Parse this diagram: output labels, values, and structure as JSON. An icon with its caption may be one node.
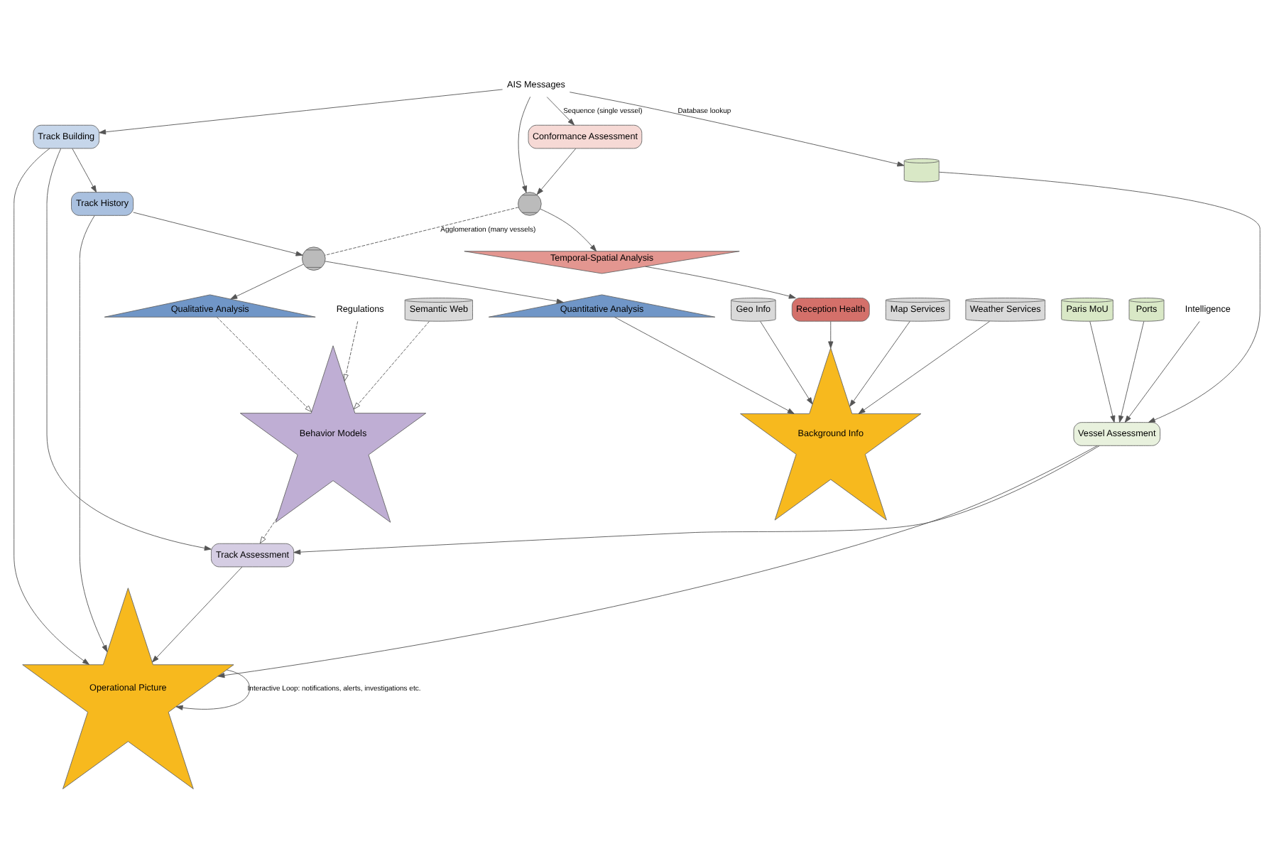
{
  "diagram": {
    "nodes": [
      {
        "text": [
          "AIS Messages"
        ]
      },
      {
        "text": [],
        "shape": "cylinder"
      },
      {
        "text": [
          "Paris MoU"
        ]
      },
      {
        "text": [
          "Ports"
        ]
      },
      {
        "text": [
          "Conformance Assessment"
        ]
      },
      {
        "text": [
          "Track Building"
        ]
      },
      {
        "text": [
          "Track Assessment"
        ]
      },
      {
        "text": [
          "Vessel Assessment"
        ]
      },
      {
        "text": [
          "Intelligence"
        ]
      },
      {
        "text": [],
        "shape": "cross"
      },
      {
        "text": [
          "Track History"
        ]
      },
      {
        "text": [
          "Operational Picture"
        ]
      },
      {
        "text": [],
        "shape": "cross"
      },
      {
        "text": [
          "Temporal-Spatial Analysis"
        ]
      },
      {
        "text": [
          "Qualitative Analysis"
        ]
      },
      {
        "text": [
          "Background Info"
        ]
      },
      {
        "text": [
          "Reception Health"
        ]
      },
      {
        "text": [
          "Quantitative Analysis"
        ]
      },
      {
        "text": [
          "Behavior Models"
        ]
      },
      {
        "text": [
          "Regulations"
        ]
      },
      {
        "text": [
          "Map Services"
        ]
      },
      {
        "text": [
          "Weather Services"
        ]
      },
      {
        "text": [
          "Geo Info"
        ]
      },
      {
        "text": [
          "Semantic Web"
        ]
      }
    ],
    "edges": [
      {
        "from": 0,
        "to": 1,
        "arrow": "to",
        "label": "Database lookup"
      },
      {
        "from": 0,
        "to": 4,
        "arrow": "to",
        "label": "Sequence (single vessel)"
      },
      {
        "from": 0,
        "to": 5,
        "arrow": "to"
      },
      {
        "from": 0,
        "to": 9,
        "arrow": "to"
      },
      {
        "from": 1,
        "to": 7,
        "arrow": "to"
      },
      {
        "from": 2,
        "to": 7,
        "arrow": "to"
      },
      {
        "from": 3,
        "to": 7,
        "arrow": "to"
      },
      {
        "from": 8,
        "to": 7,
        "arrow": "to"
      },
      {
        "from": 7,
        "to": 6,
        "arrow": "to"
      },
      {
        "from": 5,
        "to": 6,
        "arrow": "to"
      },
      {
        "from": 5,
        "to": 10,
        "arrow": "to"
      },
      {
        "from": 5,
        "to": 11,
        "arrow": "to"
      },
      {
        "from": 6,
        "to": 11,
        "arrow": "to"
      },
      {
        "from": 7,
        "to": 11,
        "arrow": "to"
      },
      {
        "from": 10,
        "to": 11,
        "arrow": "to"
      },
      {
        "from": 11,
        "to": 11,
        "arrow": "to",
        "label": "Interactive Loop: notifications, alerts, investigations etc."
      },
      {
        "from": 4,
        "to": 9,
        "arrow": "to"
      },
      {
        "from": 9,
        "to": 13,
        "arrow": "to"
      },
      {
        "from": 9,
        "to": 12,
        "arrow": "none",
        "style": "dashed",
        "label": "Agglomeration (many vessels)"
      },
      {
        "from": 10,
        "to": 12,
        "arrow": "to"
      },
      {
        "from": 12,
        "to": 17,
        "arrow": "to"
      },
      {
        "from": 12,
        "to": 14,
        "arrow": "to"
      },
      {
        "from": 13,
        "to": 16,
        "arrow": "to"
      },
      {
        "from": 16,
        "to": 15,
        "arrow": "to"
      },
      {
        "from": 17,
        "to": 15,
        "arrow": "to"
      },
      {
        "from": 20,
        "to": 15,
        "arrow": "to"
      },
      {
        "from": 21,
        "to": 15,
        "arrow": "to"
      },
      {
        "from": 22,
        "to": 15,
        "arrow": "to"
      },
      {
        "from": 14,
        "to": 18,
        "arrow": "to",
        "style": "dashed"
      },
      {
        "from": 18,
        "to": 6,
        "arrow": "to",
        "style": "dashed"
      },
      {
        "from": 19,
        "to": 18,
        "arrow": "to",
        "style": "dashed"
      },
      {
        "from": 23,
        "to": 18,
        "arrow": "to",
        "style": "dashed"
      }
    ]
  }
}
